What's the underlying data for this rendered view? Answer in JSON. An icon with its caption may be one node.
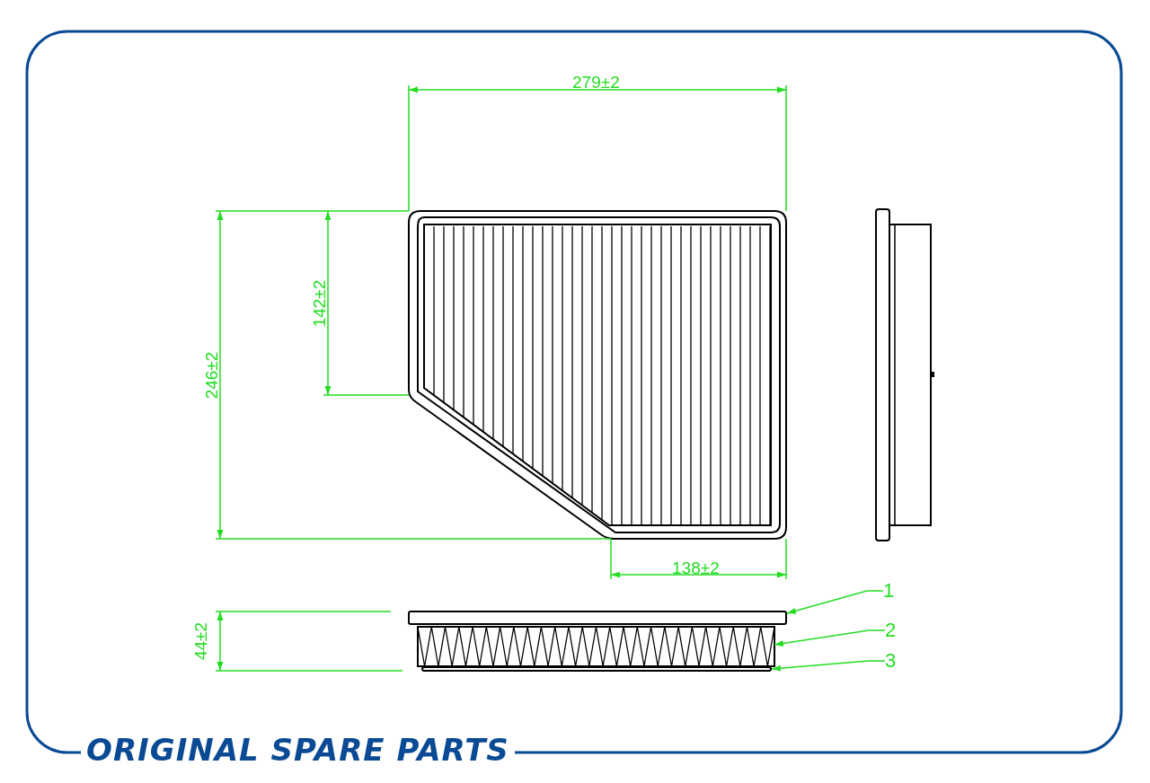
{
  "diagram": {
    "nodes": [
      {
        "text": [
          "1"
        ]
      },
      {
        "text": [
          "2"
        ]
      },
      {
        "text": [
          "3"
        ]
      },
      {
        "text": [],
        "shape": "bar"
      },
      {
        "text": [],
        "shape": "box"
      },
      {
        "text": [],
        "shape": "bar"
      }
    ],
    "edges": [
      {
        "from": 0,
        "to": 3,
        "arrow": "to"
      },
      {
        "from": 1,
        "to": 4,
        "arrow": "to"
      },
      {
        "from": 2,
        "to": 5,
        "arrow": "to"
      }
    ],
    "labels": [
      "279±2",
      "142±2",
      "246±2",
      "138±2",
      "44±2",
      "ORIGINAL SPARE PARTS"
    ]
  }
}
